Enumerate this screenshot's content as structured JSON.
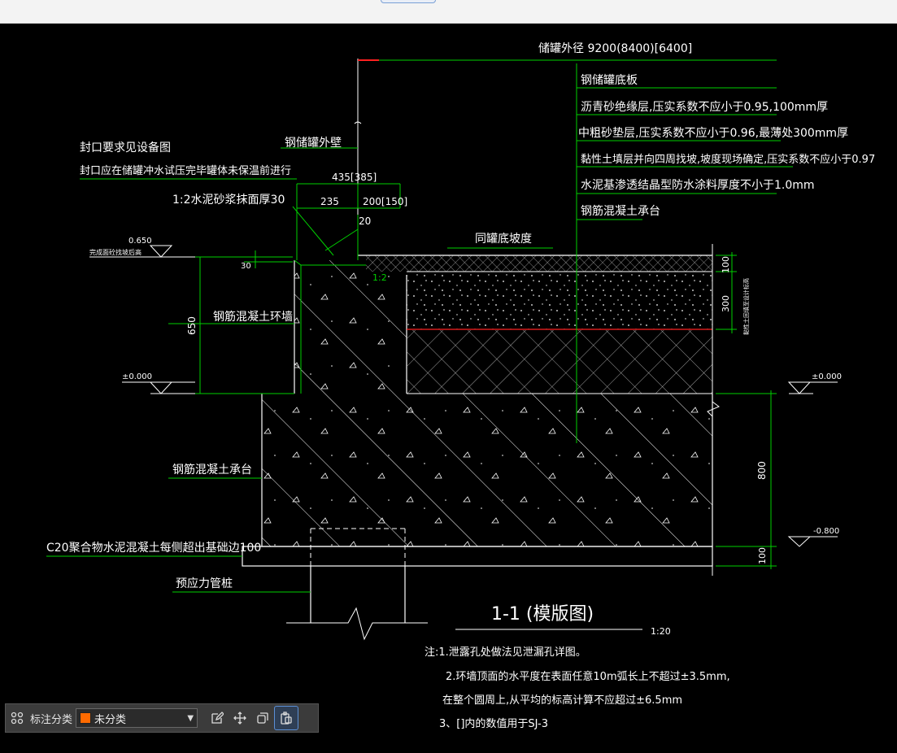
{
  "drawing": {
    "tank_outer_diameter": "储罐外径 9200(8400)[6400]",
    "steel_tank_bottom": "钢储罐底板",
    "asphalt_layer": "沥青砂绝缘层,压实系数不应小于0.95,100mm厚",
    "sand_layer": "中粗砂垫层,压实系数不应小于0.96,最薄处300mm厚",
    "clay_layer": "黏性土填层并向四周找坡,坡度现场确定,压实系数不应小于0.97",
    "waterproof_layer": "水泥基渗透结晶型防水涂料厚度不小于1.0mm",
    "rc_cap_right": "钢筋混凝土承台",
    "seal_req": "封口要求见设备图",
    "seal_timing": "封口应在储罐冲水试压完毕罐体未保温前进行",
    "tank_wall": "钢储罐外壁",
    "mortar": "1:2水泥砂浆抹面厚30",
    "dim_435": "435[385]",
    "dim_235": "235",
    "dim_200": "200[150]",
    "dim_20": "20",
    "slope": "同罐底坡度",
    "ratio_1_2": "1:2",
    "elev_0650": "0.650",
    "finish_note": "完成面砼找坡后高",
    "dim_30": "30",
    "dim_650": "650",
    "ring_wall": "钢筋混凝土环墙",
    "elev_000_left": "±0.000",
    "elev_000_right": "±0.000",
    "dim_100_top": "100",
    "dim_300": "300",
    "side_note": "黏性土回填至设计标高",
    "rc_cap_left": "钢筋混凝土承台",
    "dim_800": "800",
    "elev_neg800": "-0.800",
    "dim_100_bot": "100",
    "c20_note": "C20聚合物水泥混凝土每侧超出基础边100",
    "pile": "预应力管桩",
    "section_title": "1-1 (模版图)",
    "scale": "1:20",
    "note1": "注:1.泄露孔处做法见泄漏孔详图。",
    "note2": "2.环墙顶面的水平度在表面任意10m弧长上不超过±3.5mm,",
    "note2b": "在整个圆周上,从平均的标高计算不应超过±6.5mm",
    "note3": "3、[]内的数值用于SJ-3"
  },
  "toolbar": {
    "grid_icon": "grid-icon",
    "label": "标注分类",
    "select_value": "未分类",
    "select_color": "#ff6a00",
    "edit_icon": "edit-icon",
    "move_icon": "move-icon",
    "copy_icon": "copy-icon",
    "paste_icon": "paste-icon"
  },
  "colors": {
    "line_green": "#00d000",
    "line_white": "#ffffff",
    "line_red": "#ff2020",
    "background": "#000000"
  }
}
